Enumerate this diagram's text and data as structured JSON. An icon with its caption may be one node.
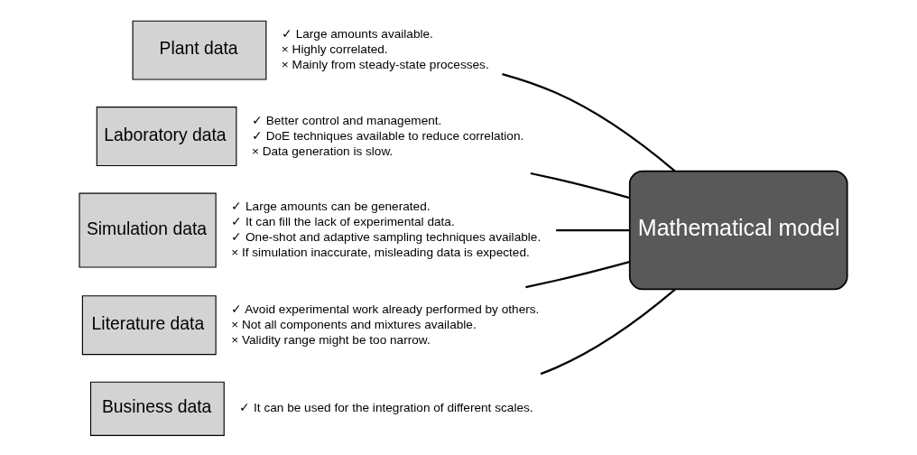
{
  "diagram": {
    "nodes": [
      {
        "text": [
          "Plant data"
        ],
        "beside": [
          "✓ Large amounts available.",
          "× Highly correlated.",
          "× Mainly from steady-state processes."
        ]
      },
      {
        "text": [
          "Laboratory data"
        ],
        "beside": [
          "✓ Better control and management.",
          "✓ DoE techniques available to reduce correlation.",
          "× Data generation is slow."
        ]
      },
      {
        "text": [
          "Simulation data"
        ],
        "beside": [
          "✓ Large amounts can be generated.",
          "✓ It can fill the lack of experimental data.",
          "✓ One-shot and adaptive sampling techniques available.",
          "× If simulation inaccurate, misleading data is expected."
        ]
      },
      {
        "text": [
          "Literature data"
        ],
        "beside": [
          "✓ Avoid experimental work already performed by others.",
          "× Not all components and mixtures available.",
          "× Validity range might be too narrow."
        ]
      },
      {
        "text": [
          "Business data"
        ],
        "beside": [
          "✓ It can be used for the integration of different scales."
        ]
      },
      {
        "text": [
          "Mathematical model"
        ]
      }
    ],
    "edges": [
      {
        "from": 0,
        "to": 5,
        "arrow": "none"
      },
      {
        "from": 1,
        "to": 5,
        "arrow": "none"
      },
      {
        "from": 2,
        "to": 5,
        "arrow": "none"
      },
      {
        "from": 3,
        "to": 5,
        "arrow": "none"
      },
      {
        "from": 4,
        "to": 5,
        "arrow": "none"
      }
    ]
  }
}
